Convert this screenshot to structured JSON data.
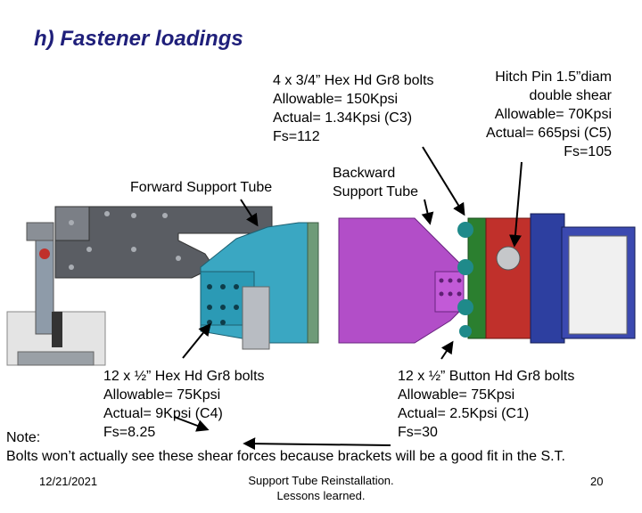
{
  "title": "h) Fastener loadings",
  "hex_bolts_top": {
    "lines": [
      "4 x 3/4” Hex Hd Gr8 bolts",
      "Allowable= 150Kpsi",
      "Actual= 1.34Kpsi (C3)",
      "Fs=112"
    ]
  },
  "hitch_pin": {
    "lines": [
      "Hitch Pin 1.5”diam",
      "double shear",
      "Allowable= 70Kpsi",
      "Actual= 665psi (C5)",
      "Fs=105"
    ]
  },
  "forward_label": "Forward Support Tube",
  "backward_label": [
    "Backward",
    "Support Tube"
  ],
  "hex_bolts_bottom": {
    "lines": [
      "12 x ½” Hex Hd Gr8 bolts",
      "Allowable= 75Kpsi",
      "Actual= 9Kpsi (C4)",
      "Fs=8.25"
    ]
  },
  "button_bolts": {
    "lines": [
      "12 x ½” Button Hd Gr8 bolts",
      "Allowable= 75Kpsi",
      "Actual= 2.5Kpsi (C1)",
      "Fs=30"
    ]
  },
  "note_label": "Note:",
  "note_text": "Bolts won’t actually see these shear forces because brackets will be a good fit in the S.T.",
  "footer": {
    "date": "12/21/2021",
    "center": [
      "Support Tube Reinstallation.",
      "Lessons learned."
    ],
    "page": "20"
  },
  "colors": {
    "title": "#1f1f7a",
    "dark_gray_bracket": "#5a5d63",
    "forward_tube": "#3aa7c2",
    "forward_flange": "#6e9b78",
    "backward_tube": "#b24ec8",
    "hitch_red": "#c0302b",
    "hitch_blue": "#2d3fa0",
    "teal_bolts": "#1f8a8a"
  }
}
